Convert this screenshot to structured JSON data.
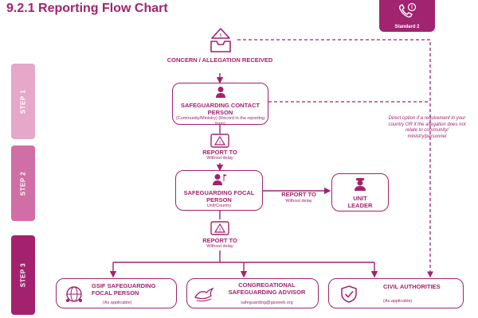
{
  "header": {
    "title": "9.2.1  Reporting Flow Chart",
    "badge_label": "Standard 2",
    "badge_icon": "phone-alert-icon"
  },
  "steps": [
    {
      "label": "STEP 1",
      "color": "#e5a8c9"
    },
    {
      "label": "STEP 2",
      "color": "#cf6fa5"
    },
    {
      "label": "STEP 3",
      "color": "#a3226e"
    }
  ],
  "nodes": {
    "concern": {
      "title": "CONCERN / ALLEGATION RECEIVED",
      "icon": "inbox-alert-icon"
    },
    "contact_person": {
      "title": "SAFEGUARDING CONTACT PERSON",
      "subtitle": "(Community/Ministry) (Record in the reporting form)",
      "icon": "person-icon"
    },
    "report_to_1": {
      "title": "REPORT TO",
      "subtitle": "Without delay",
      "icon": "document-alert-icon"
    },
    "focal_person": {
      "title": "SAFEGUARDING FOCAL PERSON",
      "subtitle": "Unit/Country",
      "icon": "person-flag-icon"
    },
    "report_to_side": {
      "title": "REPORT TO",
      "subtitle": "Without delay"
    },
    "unit_leader": {
      "title": "UNIT LEADER",
      "icon": "leader-icon"
    },
    "report_to_2": {
      "title": "REPORT TO",
      "subtitle": "Without delay",
      "icon": "document-alert-icon"
    },
    "gsif": {
      "title": "GSIF SAFEGUARDING FOCAL PERSON",
      "subtitle": "(As applicable)",
      "icon": "globe-people-icon"
    },
    "advisor": {
      "title": "CONGREGATIONAL SAFEGUARDING ADVISOR",
      "subtitle": "safeguarding@gssweb.org",
      "icon": "dove-icon"
    },
    "authorities": {
      "title": "CIVIL AUTHORITIES",
      "subtitle": "(As applicable)",
      "icon": "shield-check-icon"
    }
  },
  "direct_option_note": "Direct option if a requirement in your country OR if the allegation does not relate to community/ ministry/personnel"
}
